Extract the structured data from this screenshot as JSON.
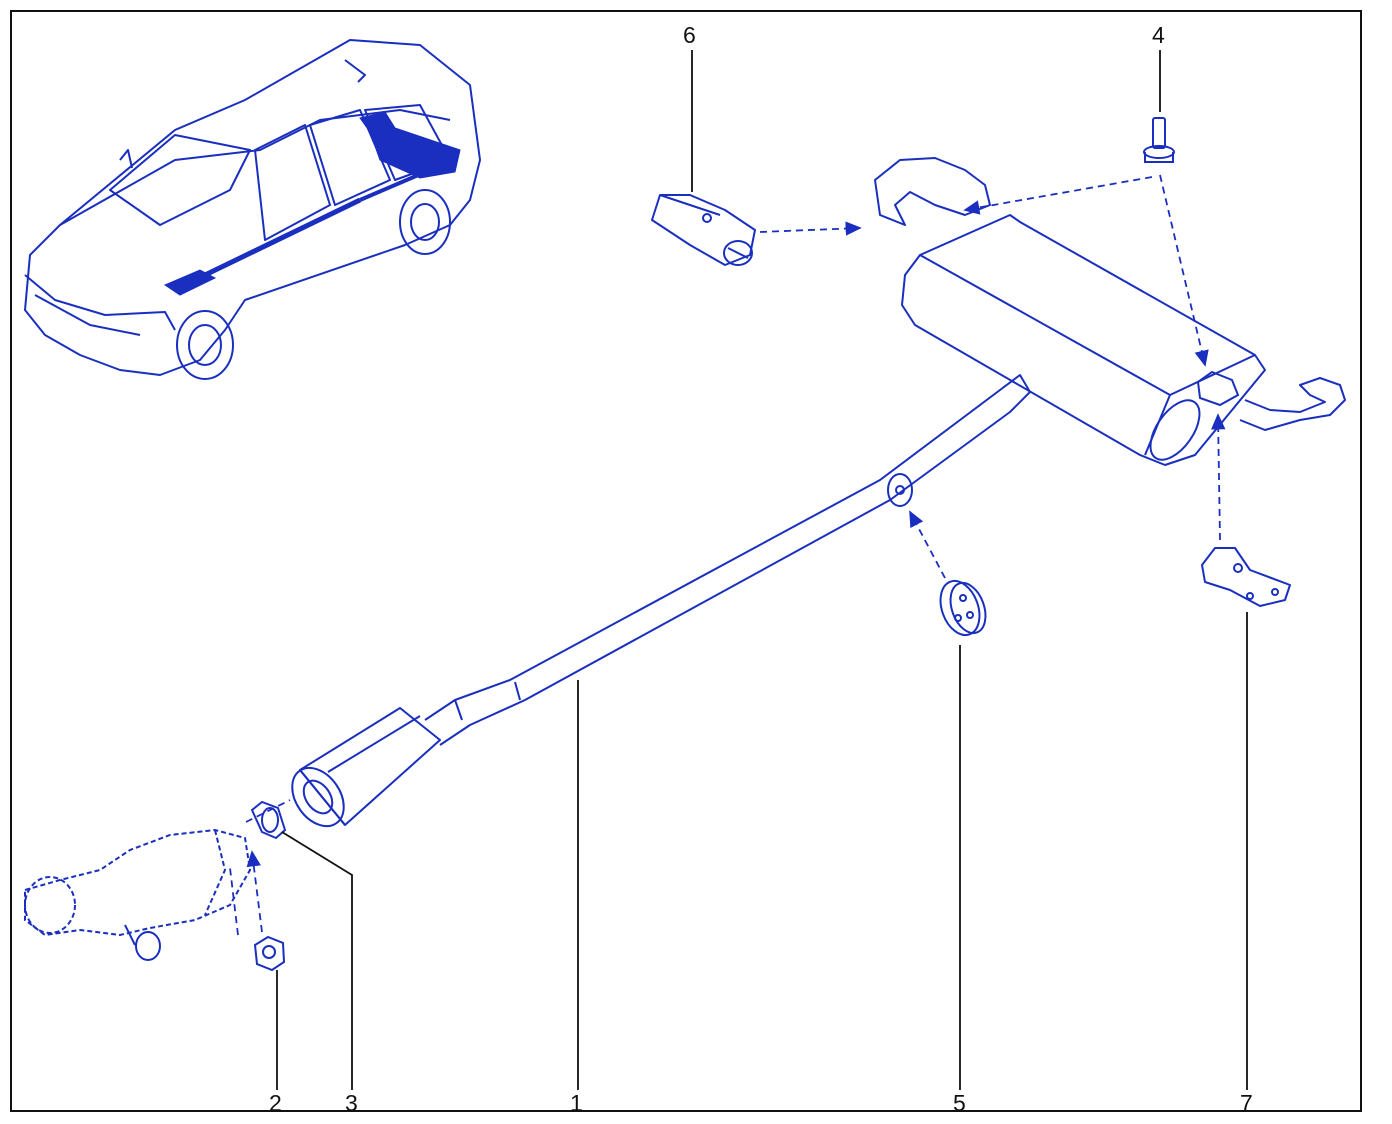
{
  "colors": {
    "ink": "#1a2fbf",
    "leader": "#111111",
    "frame": "#111111"
  },
  "callouts": [
    {
      "id": "1",
      "label": "1"
    },
    {
      "id": "2",
      "label": "2"
    },
    {
      "id": "3",
      "label": "3"
    },
    {
      "id": "4",
      "label": "4"
    },
    {
      "id": "5",
      "label": "5"
    },
    {
      "id": "6",
      "label": "6"
    },
    {
      "id": "7",
      "label": "7"
    }
  ]
}
